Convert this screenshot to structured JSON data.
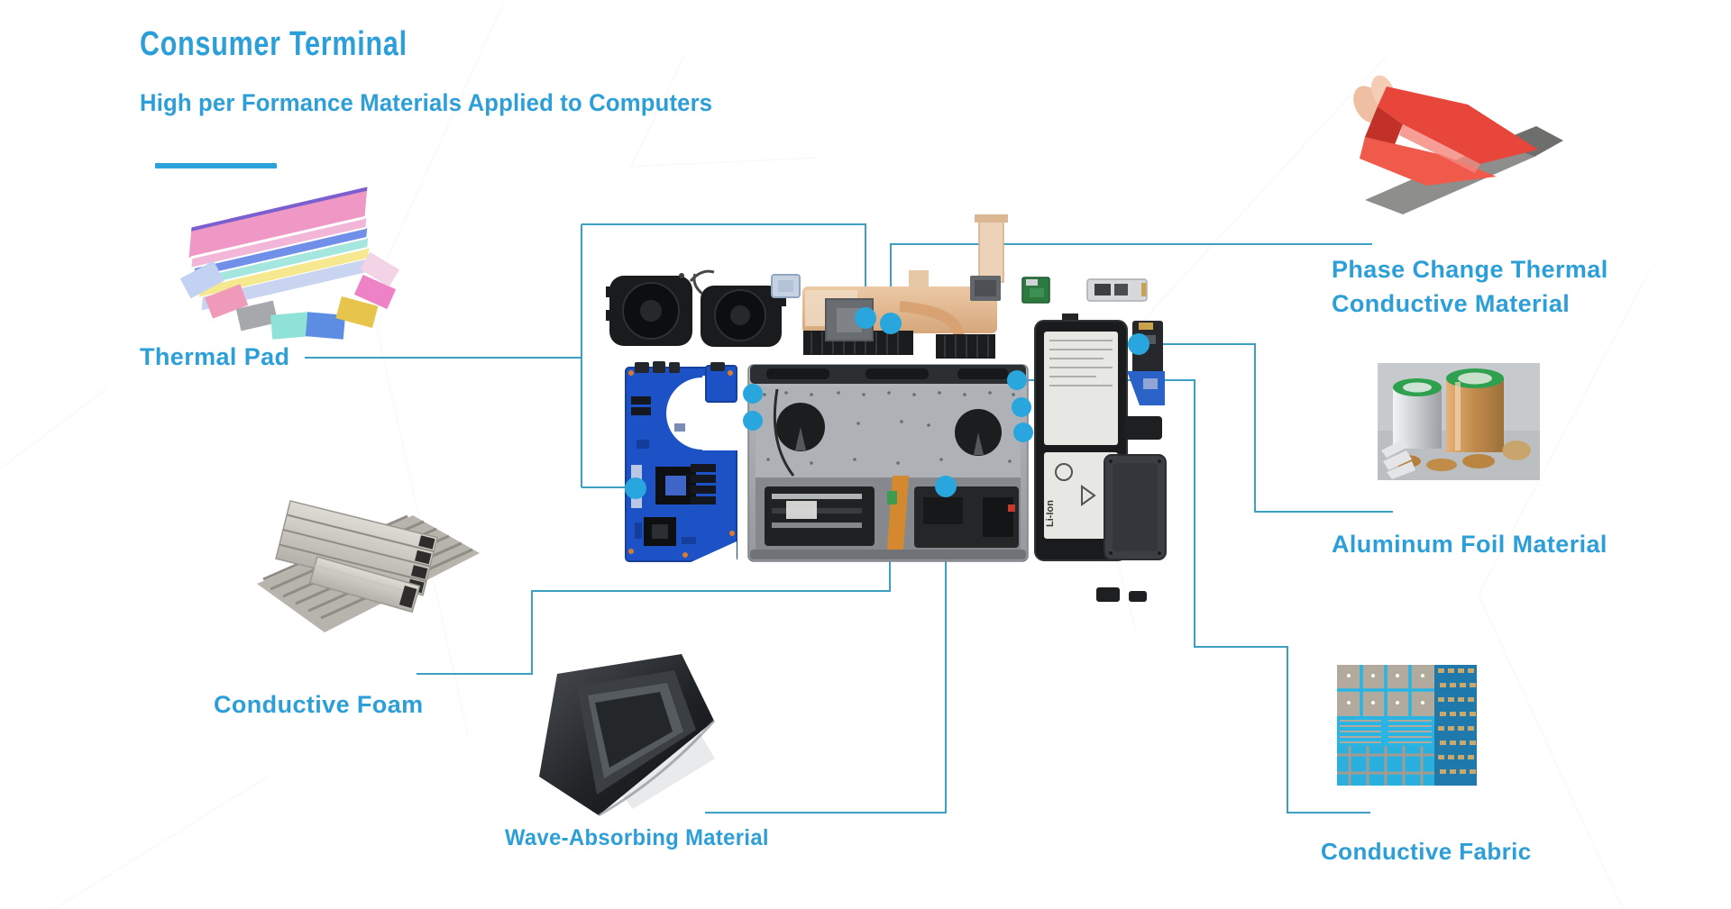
{
  "header": {
    "title": "Consumer Terminal",
    "subtitle": "High per Formance Materials Applied to Computers"
  },
  "materials": [
    {
      "id": "thermal-pad",
      "label": "Thermal Pad"
    },
    {
      "id": "phase-change-thermal-conductive-material",
      "label": "Phase Change Thermal Conductive Material",
      "label_line1": "Phase Change Thermal",
      "label_line2": "Conductive Material"
    },
    {
      "id": "conductive-foam",
      "label": "Conductive Foam"
    },
    {
      "id": "wave-absorbing-material",
      "label": "Wave-Absorbing Material"
    },
    {
      "id": "aluminum-foil-material",
      "label": "Aluminum Foil Material"
    },
    {
      "id": "conductive-fabric",
      "label": "Conductive Fabric"
    }
  ],
  "laptop": {
    "battery_text": "Li-Ion"
  },
  "theme": {
    "label_color": "#2D9FD8",
    "connector_line_color": "#3D9FC2",
    "marker_dot_color": "#28A6DD",
    "underline_color": "#29A3D9",
    "background": "#FFFFFF"
  }
}
